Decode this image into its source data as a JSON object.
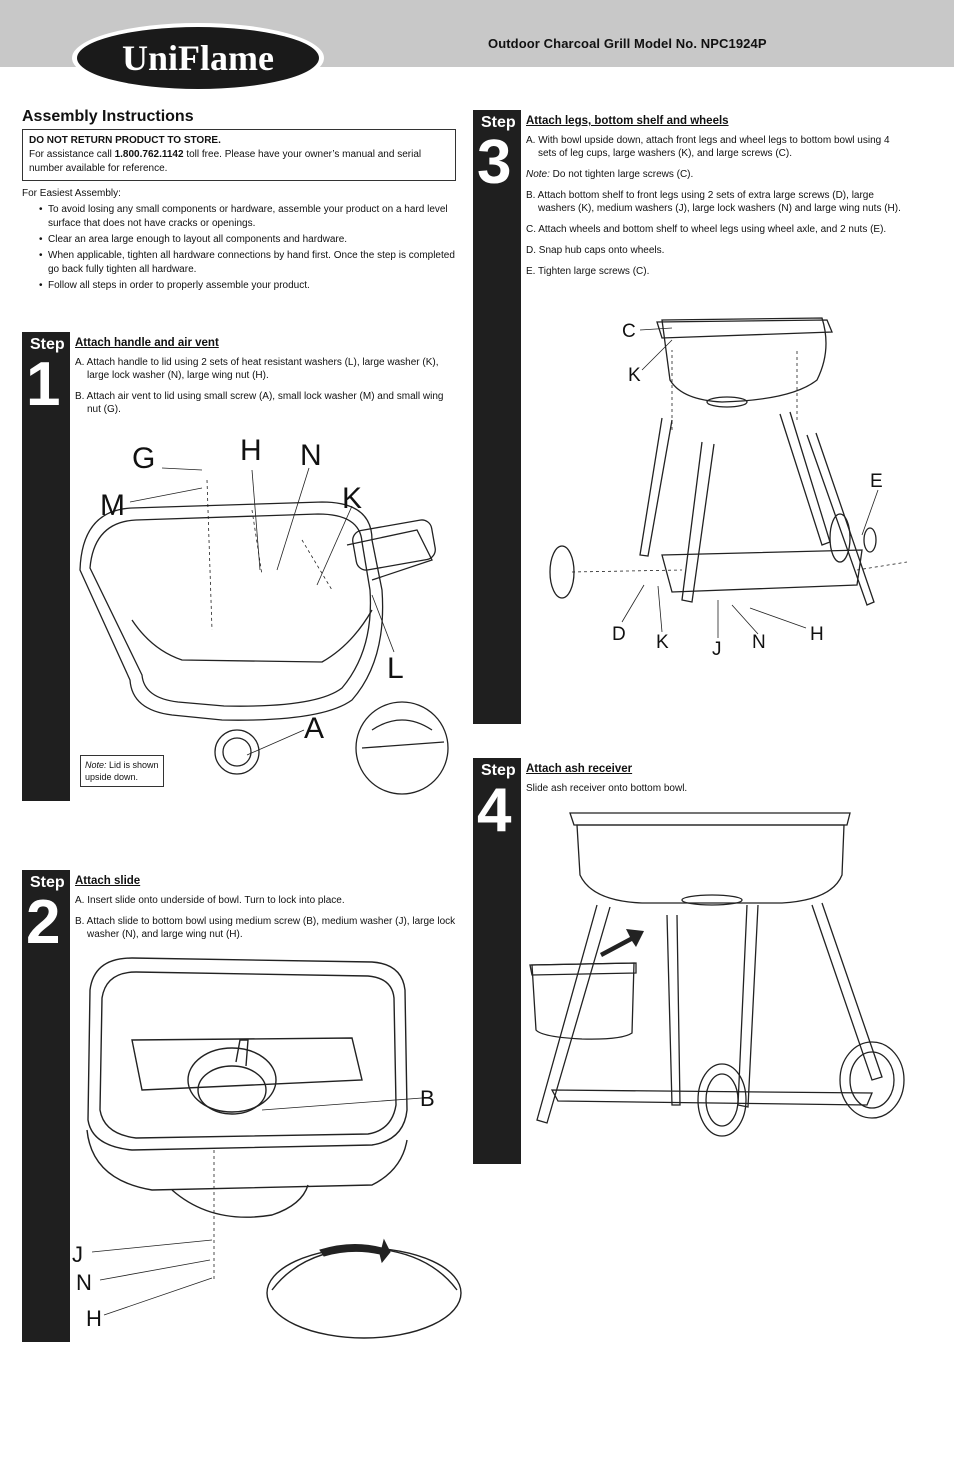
{
  "header": {
    "brand": "UniFlame",
    "model": "Outdoor Charcoal Grill Model No. NPC1924P"
  },
  "intro": {
    "title": "Assembly Instructions",
    "notice_title": "DO NOT RETURN PRODUCT TO STORE.",
    "notice_pre": "For assistance call ",
    "phone": "1.800.762.1142",
    "notice_post": " toll free. Please have your owner’s manual and serial number available for reference.",
    "easiest": "For Easiest Assembly:",
    "bullets": [
      "To avoid losing any small components or hardware, assemble your product on a hard level surface that does not have cracks or openings.",
      "Clear an area large enough to layout all components and hardware.",
      "When applicable, tighten all hardware connections by hand first. Once the step is completed go back fully tighten all hardware.",
      "Follow all steps in order to properly assemble your product."
    ]
  },
  "steps": [
    {
      "label": "Step",
      "number": "1",
      "title": "Attach handle and air vent",
      "items": [
        "A. Attach handle to lid using 2 sets of heat resistant washers (L), large washer (K), large lock washer (N), large wing nut (H).",
        "B. Attach air vent to lid using small screw (A), small lock washer (M) and small wing nut (G)."
      ],
      "note_label": "Note:",
      "note_text": " Lid is shown upside down.",
      "callouts": [
        "G",
        "H",
        "N",
        "M",
        "K",
        "L",
        "A"
      ]
    },
    {
      "label": "Step",
      "number": "2",
      "title": "Attach slide",
      "items": [
        "A. Insert slide onto underside of bowl. Turn to lock into place.",
        "B. Attach slide to bottom bowl using medium screw (B), medium washer (J), large lock washer (N), and large wing nut (H)."
      ],
      "callouts": [
        "B",
        "J",
        "N",
        "H"
      ]
    },
    {
      "label": "Step",
      "number": "3",
      "title": "Attach legs, bottom shelf and wheels",
      "items": [
        "A. With bowl upside down, attach front legs and wheel legs to bottom bowl using 4 sets of leg cups, large washers (K), and large screws (C).",
        "B. Attach bottom shelf to front legs using 2 sets of extra large screws (D), large washers (K), medium washers (J), large lock washers (N) and large wing nuts (H).",
        "C. Attach wheels and bottom shelf to wheel legs using wheel axle, and 2 nuts (E).",
        "D. Snap hub caps onto wheels.",
        "E. Tighten large screws (C)."
      ],
      "note_label": "Note:",
      "note_text": " Do not tighten large screws (C).",
      "callouts": [
        "C",
        "K",
        "E",
        "D",
        "K",
        "J",
        "N",
        "H"
      ]
    },
    {
      "label": "Step",
      "number": "4",
      "title": "Attach ash receiver",
      "text": "Slide ash receiver onto bottom bowl."
    }
  ]
}
